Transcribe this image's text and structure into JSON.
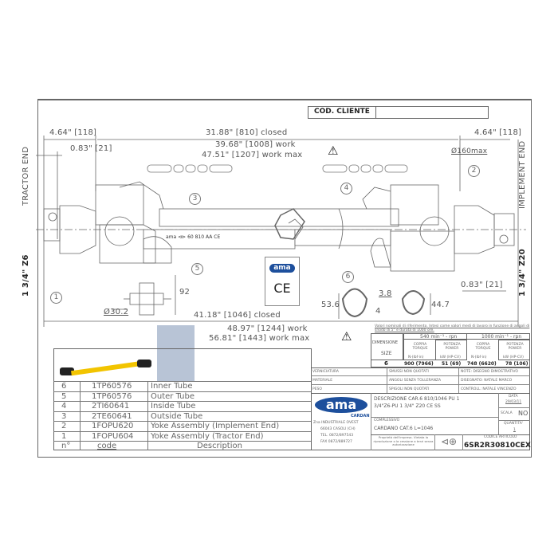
{
  "header": {
    "client_code_label": "COD. CLIENTE",
    "client_code_value": ""
  },
  "dimensions": {
    "left_yoke": "4.64\" [118]",
    "left_offset": "0.83\" [21]",
    "closed_tube": "31.88\" [810] closed",
    "work_tube": "39.68\" [1008] work",
    "work_max_tube": "47.51\" [1207] work max",
    "right_yoke": "4.64\" [118]",
    "diameter_max": "Ø160max",
    "right_offset": "0.83\" [21]",
    "closed_total": "41.18\" [1046] closed",
    "work_total": "48.97\" [1244] work",
    "work_max_total": "56.81\" [1443] work max",
    "cross_height": "92",
    "cross_diameter": "Ø30.2",
    "profile_outer": "53.6",
    "profile_wall_outer": "3.8",
    "profile_wall_inner": "4",
    "profile_inner": "44.7"
  },
  "ends": {
    "tractor_label": "TRACTOR END",
    "tractor_spline": "1 3/4\" Z6",
    "implement_label": "IMPLEMENT END",
    "implement_spline": "1 3/4\" Z20"
  },
  "balloons": [
    "1",
    "2",
    "3",
    "4",
    "5",
    "6"
  ],
  "brand": {
    "logo": "ama",
    "sub": "CARDAN",
    "ce": "CE",
    "tube_marking": "ama ⊲⊳ 60 810 AA CE"
  },
  "parts": {
    "headers": {
      "n": "n°",
      "code": "code",
      "description": "Description"
    },
    "rows": [
      {
        "n": "6",
        "code": "1TP60576",
        "description": "Inner Tube"
      },
      {
        "n": "5",
        "code": "1TP60576",
        "description": "Outer Tube"
      },
      {
        "n": "4",
        "code": "2TI60641",
        "description": "Inside Tube"
      },
      {
        "n": "3",
        "code": "2TE60641",
        "description": "Outside Tube"
      },
      {
        "n": "2",
        "code": "1FOPU620",
        "description": "Yoke Assembly (Implement End)"
      },
      {
        "n": "1",
        "code": "1FOPU604",
        "description": "Yoke Assembly (Tractor End)"
      }
    ]
  },
  "specs": {
    "note": "Valori nominali di riferimento. Intesi come valori medi di lavoro in funzione di angoli di snodo di 5° e durata di 1000 ore.",
    "dimension_label": "DIMENSIONE",
    "size_label": "SIZE",
    "rpn540": "540 min⁻¹ - rpn",
    "rpn1000": "1000 min⁻¹ - rpn",
    "torque_label": "COPPIA TORQUE",
    "torque_unit": "N·(lbf·in)",
    "power_label": "POTENZA POWER",
    "power_unit": "kW (HP-CV)",
    "size": "6",
    "torque540": "900 (7966)",
    "power540": "51 (69)",
    "torque1000": "748 (6620)",
    "power1000": "78 (106)"
  },
  "titleblock": {
    "verniciatura": "VERNICIATURA",
    "materiale": "MATERIALE",
    "peso": "PESO",
    "smussi": "SMUSSI NON QUOTATI",
    "angoli": "ANGOLI SENZA TOLLERANZA",
    "spigoli": "SPIGOLI NON QUOTATI",
    "note": "NOTE: DISEGNO DIMOSTRATIVO",
    "disegnato": "DISEGNATO: NATALE MARCO",
    "controllato": "CONTROLL: NATALE VINCENZO",
    "address": [
      "Zna INDUSTRIALE OVEST",
      "66043 CASOLI (CH)",
      "TEL. 0872/897543",
      "FAX 0872/889727"
    ],
    "descrizione_1": "DESCRIZIONE CAR.6 810/1046 PU 1",
    "descrizione_2": "3/4\"Z6-PU 1 3/4\" Z20 CE SS",
    "complessivo_label": "COMPLESSIVO",
    "complessivo": "CARDANO CAT.6 L=1046",
    "data_label": "DATA",
    "data": "29/03/11",
    "scala_label": "SCALA",
    "scala": "NO",
    "quantita_label": "QUANTITA'",
    "quantita": "1",
    "proprieta": "Proprietà dell'impresa. Vietata la riproduzione o la cessione a terzi senza autorizzazione",
    "codice_label": "CODICE ARTICOLO",
    "codice": "6SR2R30810CEX"
  }
}
